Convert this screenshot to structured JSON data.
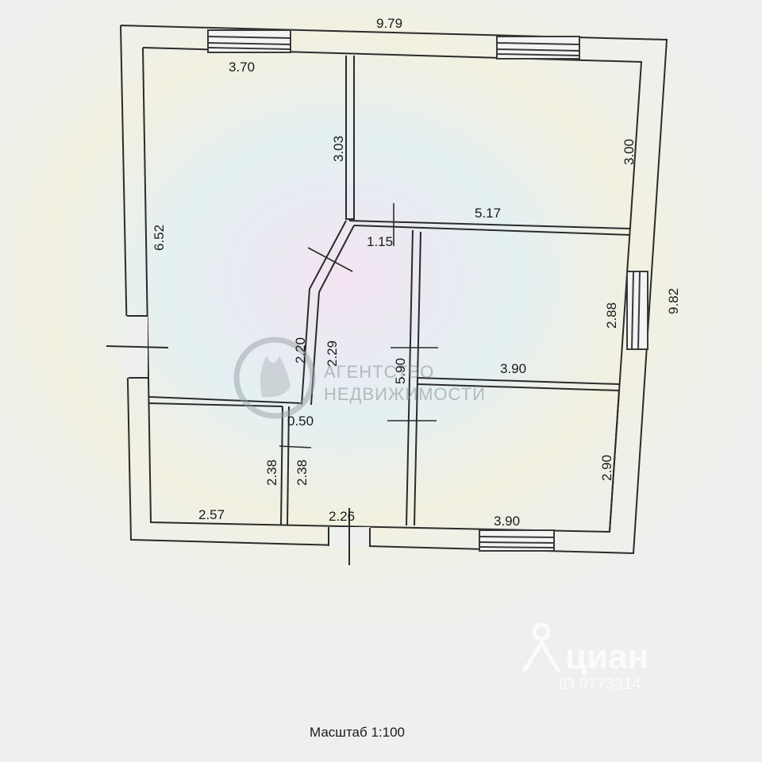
{
  "plan": {
    "dimensions": {
      "top_width": "9.79",
      "room_top_left_width": "3.70",
      "room_top_left_depth": "6.52",
      "partition_upper": "3.03",
      "room_top_right_depth": "3.00",
      "room_top_right_width": "5.17",
      "corridor_top": "1.15",
      "right_height": "9.82",
      "room_mid_right_depth": "2.88",
      "corridor_wall_a": "2.20",
      "corridor_wall_b": "2.29",
      "corridor_long": "5.90",
      "room_mid_right_width": "3.90",
      "passage": "0.50",
      "bath_a": "2.38",
      "bath_b": "2.38",
      "room_bottom_left_width": "2.57",
      "hall_width": "2.26",
      "room_bottom_right_width": "3.90",
      "room_bottom_right_depth": "2.90"
    },
    "colors": {
      "wall": "#2b2b2b",
      "paper": "#eef0ee",
      "window": "#3a3a3a"
    }
  },
  "watermark": {
    "line1": "АГЕНТСТВО",
    "line2": "НЕДВИЖИМОСТИ",
    "logo_icon": "hand-ok-icon"
  },
  "cian": {
    "brand": "циан",
    "id": "ID 9773314",
    "icon": "location-pin-icon"
  },
  "scale_label": "Масштаб 1:100"
}
